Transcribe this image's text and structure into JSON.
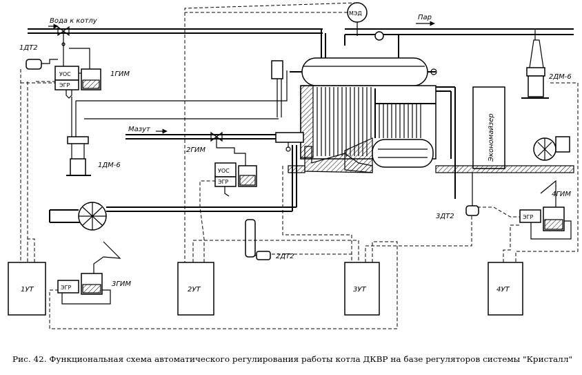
{
  "labels": {
    "water": "Вода к котлу",
    "steam": "Пар",
    "fuel": "Мазут",
    "med": "МЭД",
    "economizer": "Экономайзер",
    "dt2_1": "1ДТ2",
    "dt2_2": "2ДТ2",
    "dt2_3": "3ДТ2",
    "gim1": "1ГИМ",
    "gim2": "2ГИМ",
    "gim3": "3ГИМ",
    "gim4": "4ГИМ",
    "dm6_1": "1ДМ-6",
    "dm6_2": "2ДМ-6",
    "uos": "УОС",
    "egr": "ЭГР",
    "ut1": "1УТ",
    "ut2": "2УТ",
    "ut3": "3УТ",
    "ut4": "4УТ"
  },
  "caption": "Рис. 42. Функциональная схема автоматического регулирования работы котла ДКВР на базе регуляторов системы \"Кристалл\""
}
